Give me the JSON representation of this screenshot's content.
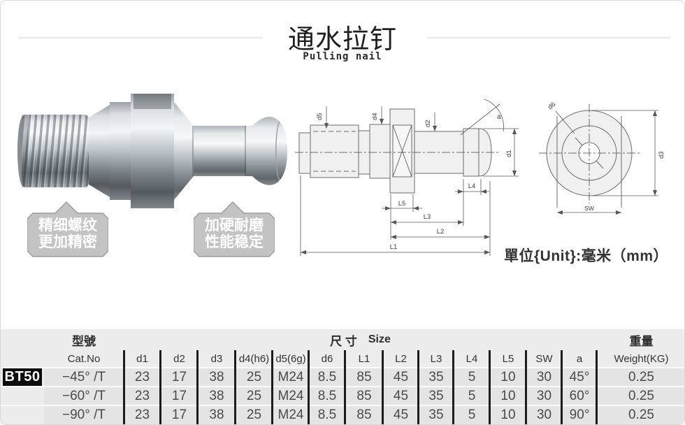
{
  "header": {
    "title": "通水拉钉",
    "subtitle": "Pulling nail"
  },
  "callouts": {
    "left": {
      "line1": "精细螺纹",
      "line2": "更加精密"
    },
    "right": {
      "line1": "加硬耐磨",
      "line2": "性能稳定"
    }
  },
  "drawing": {
    "unit_note": "單位{Unit}:毫米（mm）",
    "labels": {
      "d5": "d5",
      "d4": "d4",
      "d2": "d2",
      "a": "a",
      "d1": "d1",
      "L4": "L4",
      "L5": "L5",
      "L3": "L3",
      "L2": "L2",
      "L1": "L1",
      "d6": "d6",
      "d3": "d3",
      "sw": "SW"
    }
  },
  "table": {
    "series": "BT50",
    "headers": {
      "model_cn": "型號",
      "model_en": "Cat.No",
      "size_cn": "尺 寸",
      "size_en": "Size",
      "weight_cn": "重量"
    },
    "columns": [
      "d1",
      "d2",
      "d3",
      "d4(h6)",
      "d5(6g)",
      "d6",
      "L1",
      "L2",
      "L3",
      "L4",
      "L5",
      "SW",
      "a",
      "Weight(KG)"
    ],
    "rows": [
      {
        "cat_no": "−45° /T",
        "values": [
          "23",
          "17",
          "38",
          "25",
          "M24",
          "8.5",
          "85",
          "45",
          "35",
          "5",
          "10",
          "30",
          "45°",
          "0.25"
        ]
      },
      {
        "cat_no": "−60° /T",
        "values": [
          "23",
          "17",
          "38",
          "25",
          "M24",
          "8.5",
          "85",
          "45",
          "35",
          "5",
          "10",
          "30",
          "60°",
          "0.25"
        ]
      },
      {
        "cat_no": "−90° /T",
        "values": [
          "23",
          "17",
          "38",
          "25",
          "M24",
          "8.5",
          "85",
          "45",
          "35",
          "5",
          "10",
          "30",
          "90°",
          "0.25"
        ]
      }
    ]
  },
  "colors": {
    "bar": "#1c1c1c",
    "table_bg": "#ececec",
    "row_bg": "#e4e4e4",
    "callout_bg": "#c3c3c3",
    "drawing_line": "#6b6b6b"
  }
}
